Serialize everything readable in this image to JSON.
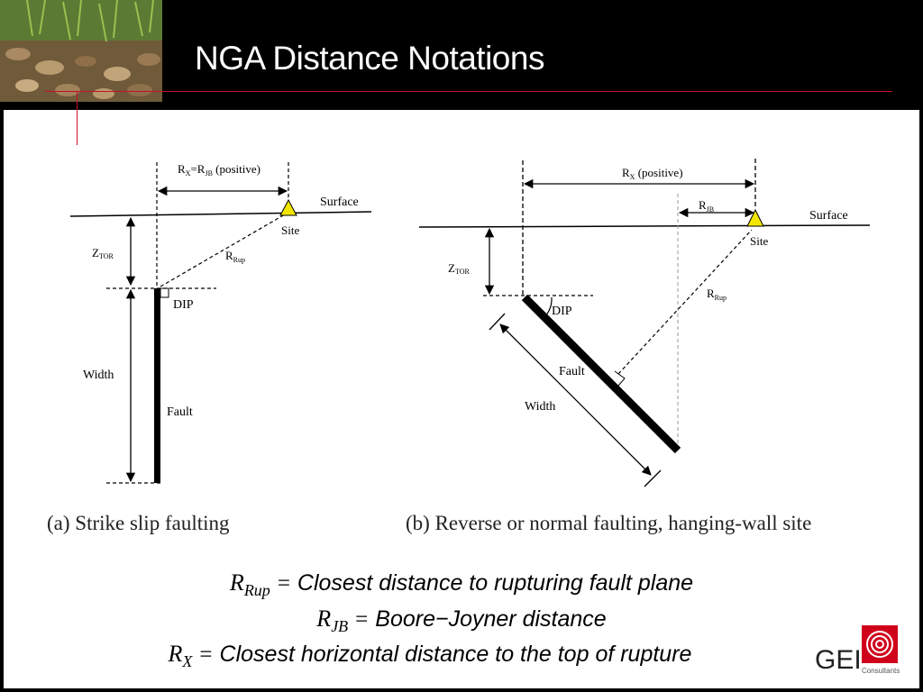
{
  "slide": {
    "title": "NGA Distance Notations"
  },
  "diagram_a": {
    "rx_label": "R",
    "rx_sub": "X",
    "rjb_eq": "=R",
    "rjb_sub": "JB",
    "rx_tail": " (positive)",
    "surface": "Surface",
    "site": "Site",
    "ztor": "Z",
    "ztor_sub": "TOR",
    "rrup": "R",
    "rrup_sub": "Rup",
    "dip": "DIP",
    "width": "Width",
    "fault": "Fault",
    "caption": "(a) Strike slip faulting"
  },
  "diagram_b": {
    "rx": "R",
    "rx_sub": "X",
    "rx_tail": " (positive)",
    "rjb": "R",
    "rjb_sub": "JB",
    "surface": "Surface",
    "site": "Site",
    "ztor": "Z",
    "ztor_sub": "TOR",
    "rrup": "R",
    "rrup_sub": "Rup",
    "dip": "DIP",
    "fault": "Fault",
    "width": "Width",
    "caption": "(b) Reverse or normal faulting, hanging-wall site"
  },
  "definitions": [
    {
      "sym": "R",
      "sub": "Rup",
      "eq": "=",
      "text": "Closest distance to rupturing fault plane"
    },
    {
      "sym": "R",
      "sub": "JB",
      "eq": "=",
      "text": "Boore−Joyner distance"
    },
    {
      "sym": "R",
      "sub": "X",
      "eq": "=",
      "text": "Closest horizontal distance to the top of rupture"
    }
  ],
  "logo": {
    "name": "GEI",
    "sub": "Consultants",
    "color": "#d0021b"
  },
  "colors": {
    "accent_red": "#c8102e",
    "site_yellow": "#f2e600"
  }
}
